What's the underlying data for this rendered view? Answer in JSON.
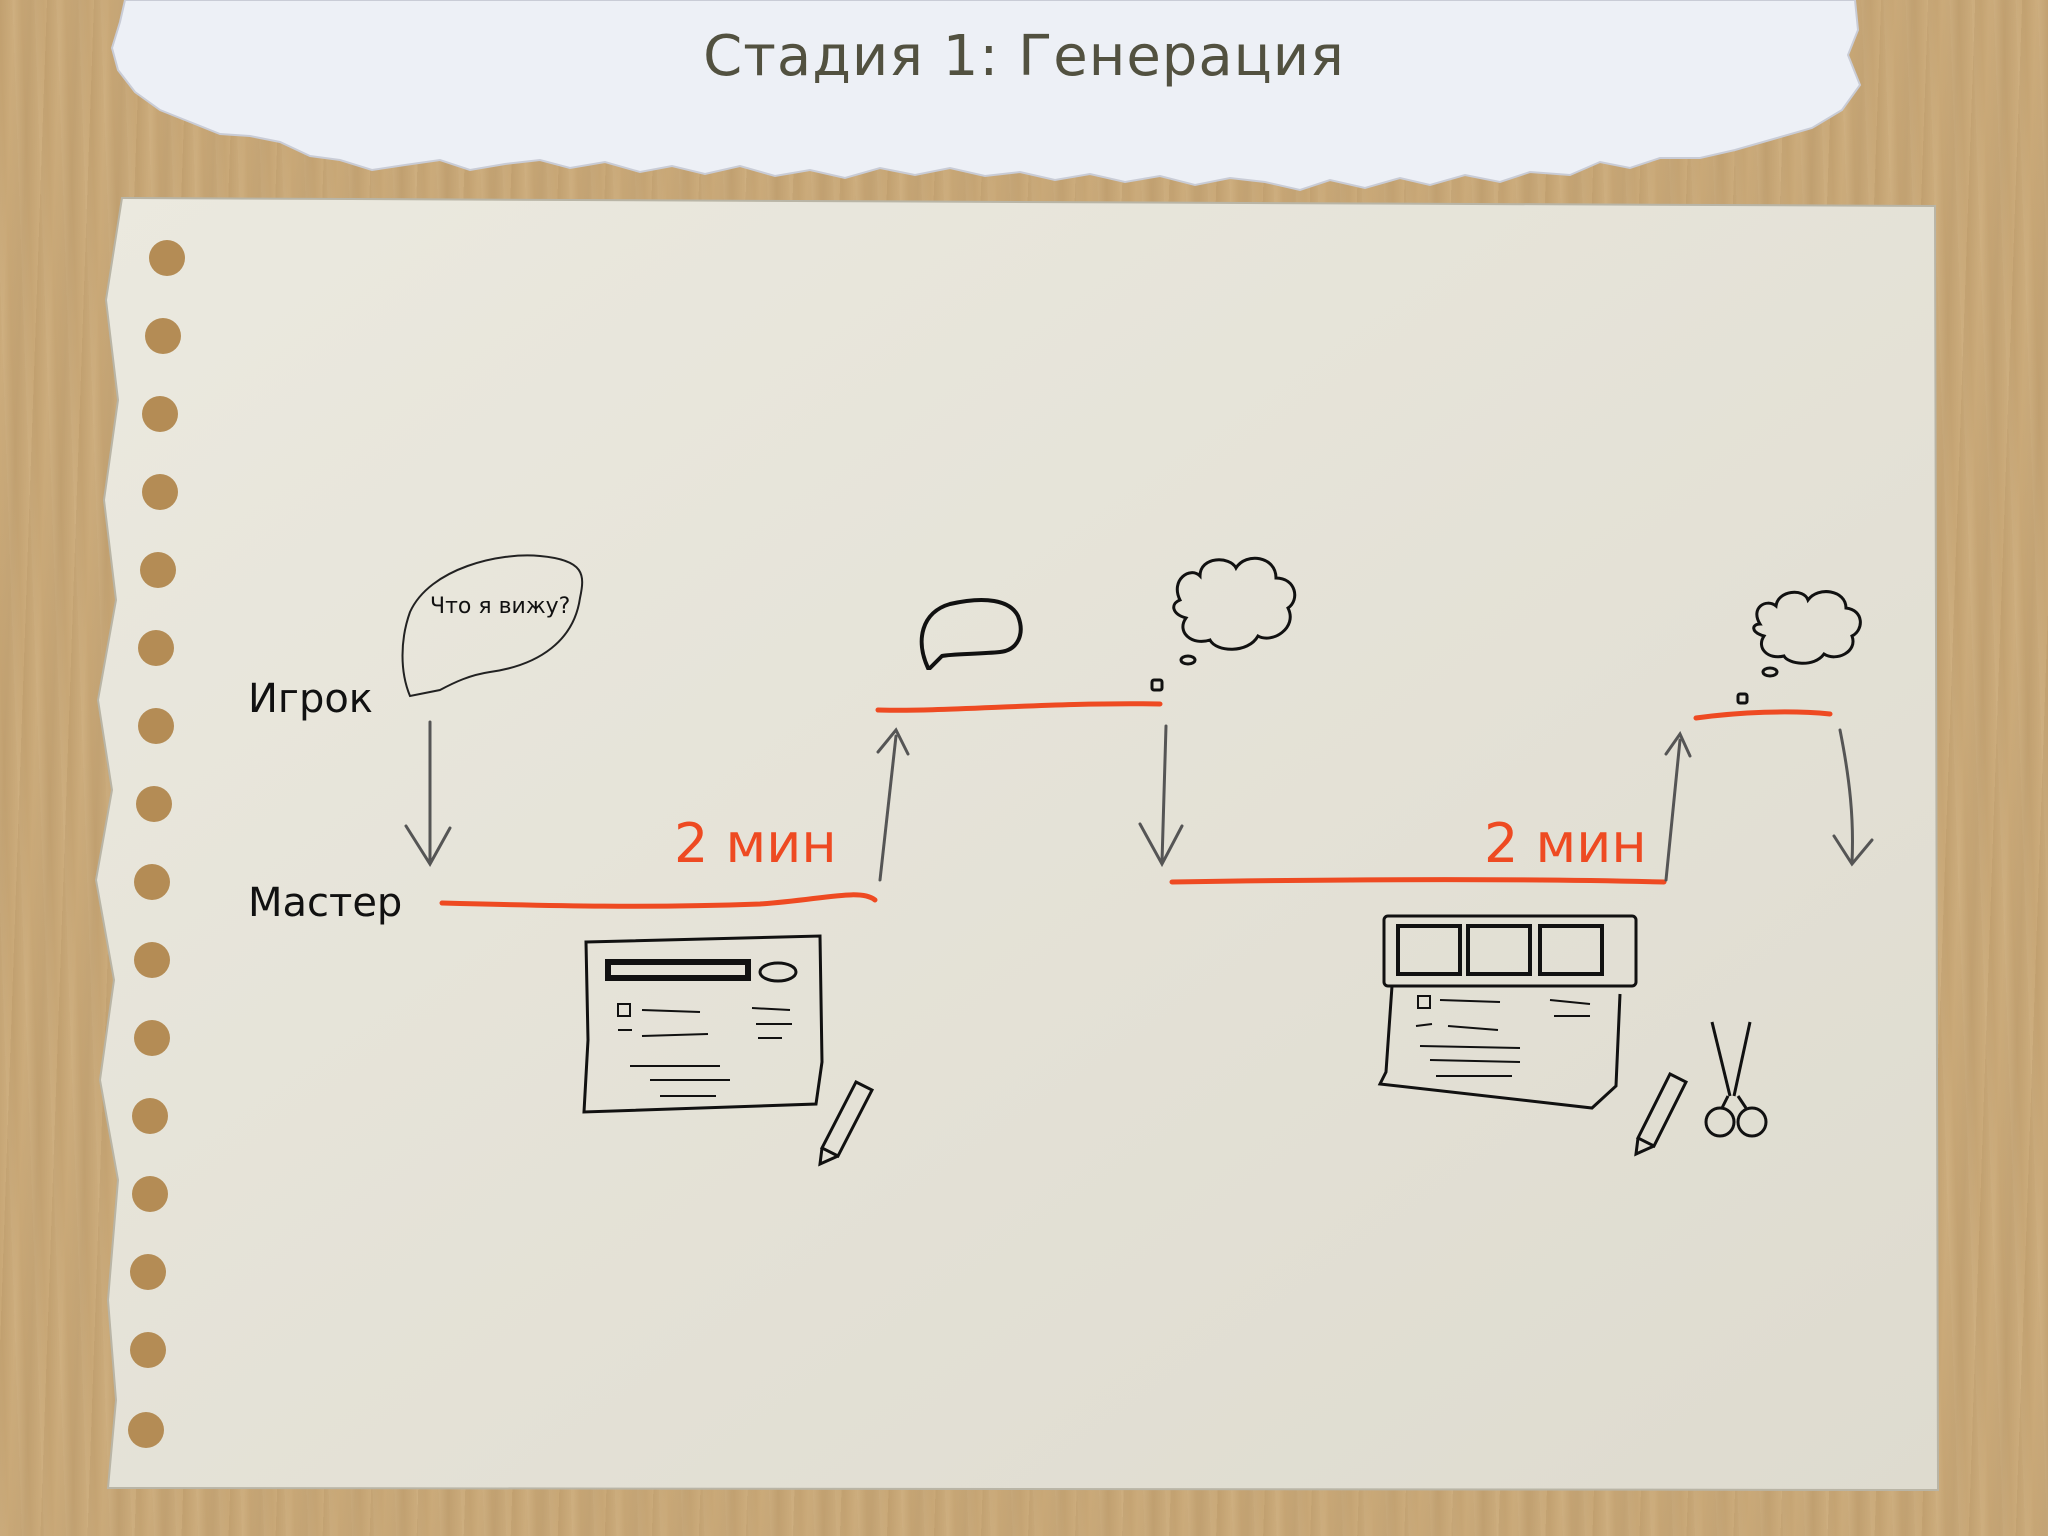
{
  "title": "Стадия 1: Генерация",
  "diagram": {
    "lanes": {
      "player": "Игрок",
      "master": "Мастер"
    },
    "speech_bubble": "Что я вижу?",
    "durations": [
      "2 мин",
      "2 мин"
    ]
  },
  "colors": {
    "accent": "#ee4a22",
    "title": "#525140",
    "paper": "#e6e4d9",
    "torn_paper": "#eceff5"
  }
}
